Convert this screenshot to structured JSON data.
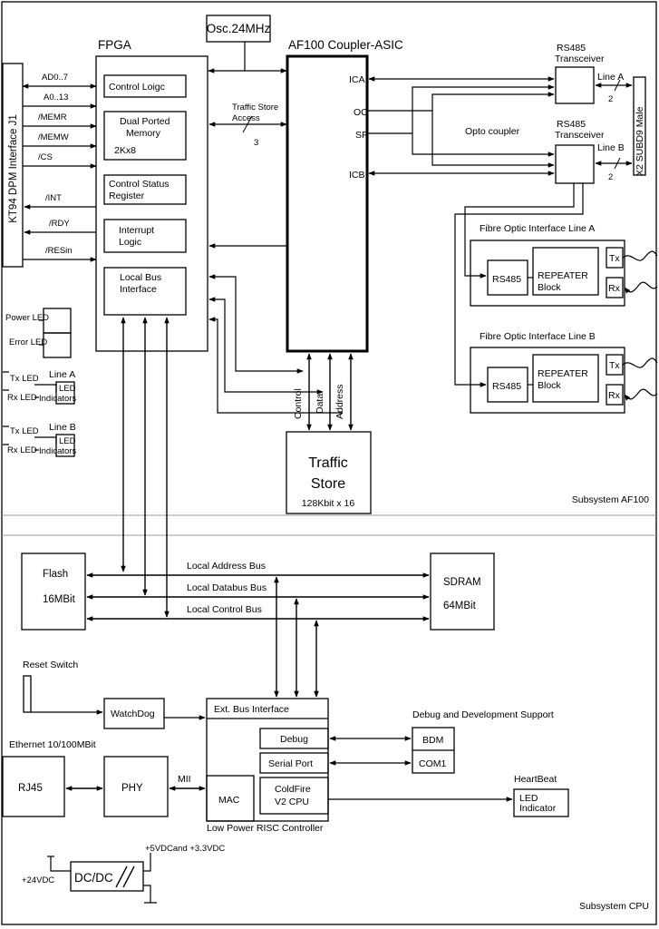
{
  "osc": "Osc.24MHz",
  "fpga": {
    "title": "FPGA",
    "control_logic": "Control Loigc",
    "dpm_line1": "Dual Ported",
    "dpm_line2": "Memory",
    "dpm_size": "2Kx8",
    "csr_line1": "Control Status",
    "csr_line2": "Register",
    "int_line1": "Interrupt",
    "int_line2": "Logic",
    "lbi_line1": "Local Bus",
    "lbi_line2": "Interface"
  },
  "dpm_interface": {
    "label": "KT94 DPM Interface J1",
    "signals": [
      "AD0..7",
      "A0..13",
      "/MEMR",
      "/MEMW",
      "/CS",
      "/INT",
      "/RDY",
      "/RESin"
    ]
  },
  "asic": {
    "title": "AF100 Coupler-ASIC",
    "ports": [
      "ICA",
      "OC",
      "SF",
      "ICB"
    ]
  },
  "traffic_access": {
    "line1": "Traffic Store",
    "line2": "Access",
    "width": "3"
  },
  "rs485": {
    "line1": "RS485",
    "line2": "Transceiver"
  },
  "line_a": "Line A",
  "line_b": "Line B",
  "opto": "Opto coupler",
  "subd": "X2 SUBD9 Male",
  "two": "2",
  "fibre_a": "Fibre Optic Interface Line A",
  "fibre_b": "Fibre Optic Interface Line B",
  "rs485_short": "RS485",
  "repeater_line1": "REPEATER",
  "repeater_line2": "Block",
  "tx": "Tx",
  "rx": "Rx",
  "leds": {
    "power": "Power LED",
    "error": "Error LED",
    "line_a": "Line A",
    "line_b": "Line B",
    "tx_led": "Tx LED",
    "rx_led": "Rx LED",
    "led_ind1": "LED",
    "led_ind2": "Indicators"
  },
  "ts_signals": [
    "Control",
    "Data",
    "Address"
  ],
  "traffic_store": {
    "line1": "Traffic",
    "line2": "Store",
    "size": "128Kbit x 16"
  },
  "subsystem_af100": "Subsystem AF100",
  "flash": {
    "title": "Flash",
    "size": "16MBit"
  },
  "sdram": {
    "title": "SDRAM",
    "size": "64MBit"
  },
  "buses": [
    "Local Address Bus",
    "Local Databus Bus",
    "Local Control Bus"
  ],
  "reset_switch": "Reset Switch",
  "watchdog": "WatchDog",
  "ext_bus": "Ext. Bus Interface",
  "debug": "Debug",
  "serial_port": "Serial Port",
  "coldfire_line1": "ColdFire",
  "coldfire_line2": "V2 CPU",
  "mac": "MAC",
  "mii": "MII",
  "lprc": "Low Power RISC Controller",
  "debug_support": "Debug and Development Support",
  "bdm": "BDM",
  "com1": "COM1",
  "heartbeat": "HeartBeat",
  "led_indicator_line1": "LED",
  "led_indicator_line2": "Indicator",
  "ethernet": "Ethernet 10/100MBit",
  "rj45": "RJ45",
  "phy": "PHY",
  "power_out": "+5VDCand +3.3VDC",
  "power_in": "+24VDC",
  "dcdc": "DC/DC",
  "subsystem_cpu": "Subsystem CPU"
}
